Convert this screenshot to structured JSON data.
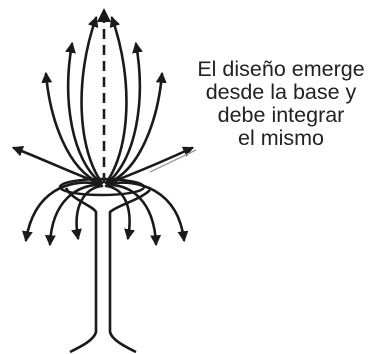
{
  "caption": {
    "lines": [
      "El diseño emerge",
      "desde la base y",
      "debe integrar",
      "el mismo"
    ]
  },
  "colors": {
    "ink": "#1a1a1a",
    "text": "#222222",
    "pointer": "#9a9a9a",
    "background": "#ffffff"
  }
}
